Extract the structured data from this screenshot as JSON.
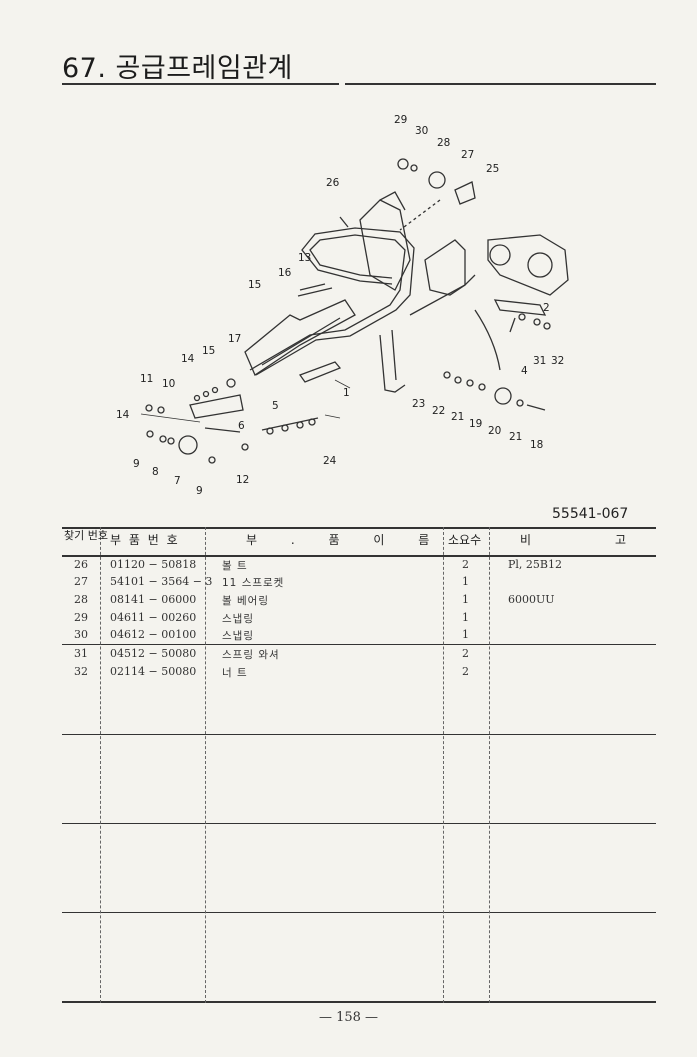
{
  "page": {
    "title": "67. 공급프레임관계",
    "diagram_code": "55541-067",
    "page_number": "— 158 —"
  },
  "diagram": {
    "callouts": [
      "29",
      "30",
      "28",
      "27",
      "25",
      "26",
      "13",
      "16",
      "15",
      "17",
      "14",
      "15",
      "11",
      "10",
      "14",
      "5",
      "6",
      "1",
      "2",
      "31",
      "32",
      "4",
      "23",
      "22",
      "21",
      "19",
      "20",
      "21",
      "18",
      "24",
      "9",
      "8",
      "7",
      "12",
      "9"
    ]
  },
  "table": {
    "headers": {
      "find_no": "찾기 번호",
      "part_no": "부 품 번 호",
      "part_name": "부 . 품 이 름",
      "qty": "소요수",
      "remarks_1": "비",
      "remarks_2": "고"
    },
    "rows": [
      {
        "no": "26",
        "part_no": "01120 − 50818",
        "name": "볼 트",
        "qty": "2",
        "remarks": "Pl, 25B12"
      },
      {
        "no": "27",
        "part_no": "54101 − 3564 − 3",
        "name": "11 스프로켓",
        "qty": "1",
        "remarks": ""
      },
      {
        "no": "28",
        "part_no": "08141 − 06000",
        "name": "볼 베어링",
        "qty": "1",
        "remarks": "6000UU"
      },
      {
        "no": "29",
        "part_no": "04611 − 00260",
        "name": "스냅링",
        "qty": "1",
        "remarks": ""
      },
      {
        "no": "30",
        "part_no": "04612 − 00100",
        "name": "스냅링",
        "qty": "1",
        "remarks": ""
      },
      {
        "no": "31",
        "part_no": "04512 − 50080",
        "name": "스프링 와셔",
        "qty": "2",
        "remarks": ""
      },
      {
        "no": "32",
        "part_no": "02114 − 50080",
        "name": "너 트",
        "qty": "2",
        "remarks": ""
      }
    ]
  }
}
